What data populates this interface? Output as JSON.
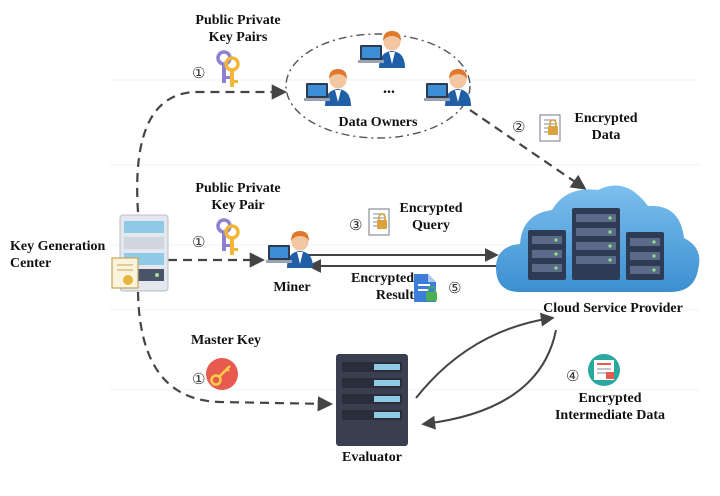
{
  "diagram": {
    "nodes": {
      "kgc": "Key Generation\nCenter",
      "data_owners": "Data Owners",
      "ellipsis": "...",
      "miner": "Miner",
      "csp": "Cloud Service Provider",
      "evaluator": "Evaluator"
    },
    "edges": {
      "pub_priv_pairs": "Public Private\nKey Pairs",
      "pub_priv_pair": "Public Private\nKey Pair",
      "master_key": "Master Key",
      "encrypted_data": "Encrypted\nData",
      "encrypted_query": "Encrypted\nQuery",
      "encrypted_result": "Encrypted\nResult",
      "encrypted_intermediate": "Encrypted\nIntermediate Data"
    },
    "steps": {
      "s1a": "①",
      "s1b": "①",
      "s1c": "①",
      "s2": "②",
      "s3": "③",
      "s4": "④",
      "s5": "⑤"
    },
    "colors": {
      "cloud_fill": "#5aa7df",
      "server_dark": "#2f3b55",
      "server_light": "#e4e7ee",
      "server_blue": "#8ecae6",
      "person_shirt": "#1f5fa8",
      "person_face": "#f2c6a0",
      "person_hair": "#e0772b",
      "key_purple": "#8c7fd4",
      "key_gold": "#f0b73b",
      "master_key_bg": "#e85a4f",
      "doc_blue": "#3b7dd8",
      "evaluator_dark": "#3a3f4f",
      "arrow": "#444444"
    },
    "icons": [
      "key-pair-icon",
      "master-key-icon",
      "document-icon",
      "lock-icon",
      "person-icon",
      "server-icon",
      "cloud-icon",
      "certificate-icon"
    ]
  }
}
